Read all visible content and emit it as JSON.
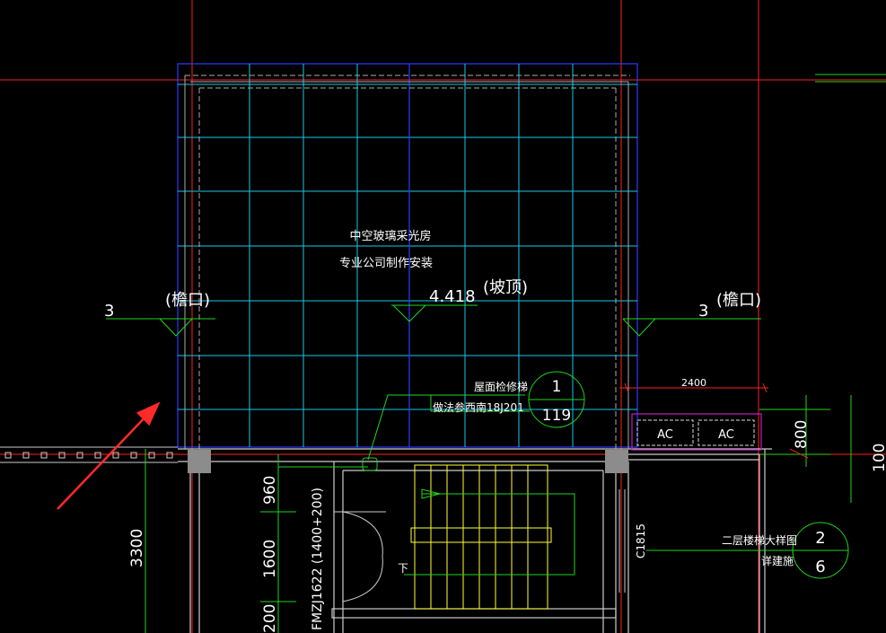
{
  "colors": {
    "background": "#000000",
    "grid_line": "#ff2020",
    "skylight_frame": "#2a3cff",
    "skylight_grid": "#19c8e8",
    "eave_line": "#ffffff",
    "dimension": "#21d321",
    "stair": "#ffff33",
    "ac_box": "#c020c0",
    "text": "#ffffff",
    "arrow": "#ff2a2a"
  },
  "labels": {
    "skylight_line1": "中空玻璃采光房",
    "skylight_line2": "专业公司制作安装",
    "elevation_center": "4.418",
    "elevation_center_note": "(坡顶)",
    "elevation_left": "3",
    "elevation_left_note": "(檐口)",
    "elevation_right": "3",
    "elevation_right_note": "(檐口)",
    "ladder_line1": "屋面检修梯",
    "ladder_line2": "做法参西南18J201",
    "ladder_circle_top": "1",
    "ladder_circle_bottom": "119",
    "dim_2400": "2400",
    "ac_left": "AC",
    "ac_right": "AC",
    "dim_800": "800",
    "dim_100": "100",
    "dim_3300": "3300",
    "dim_960": "960",
    "dim_1600": "1600",
    "dim_200": "200",
    "door_label": "FMZJ1622 (1400+200)",
    "window_label": "C1815",
    "stair_down": "下",
    "stair_detail_line1": "二层楼梯大样图",
    "stair_detail_line2": "详建施",
    "stair_circle_top": "2",
    "stair_circle_bottom": "6"
  }
}
